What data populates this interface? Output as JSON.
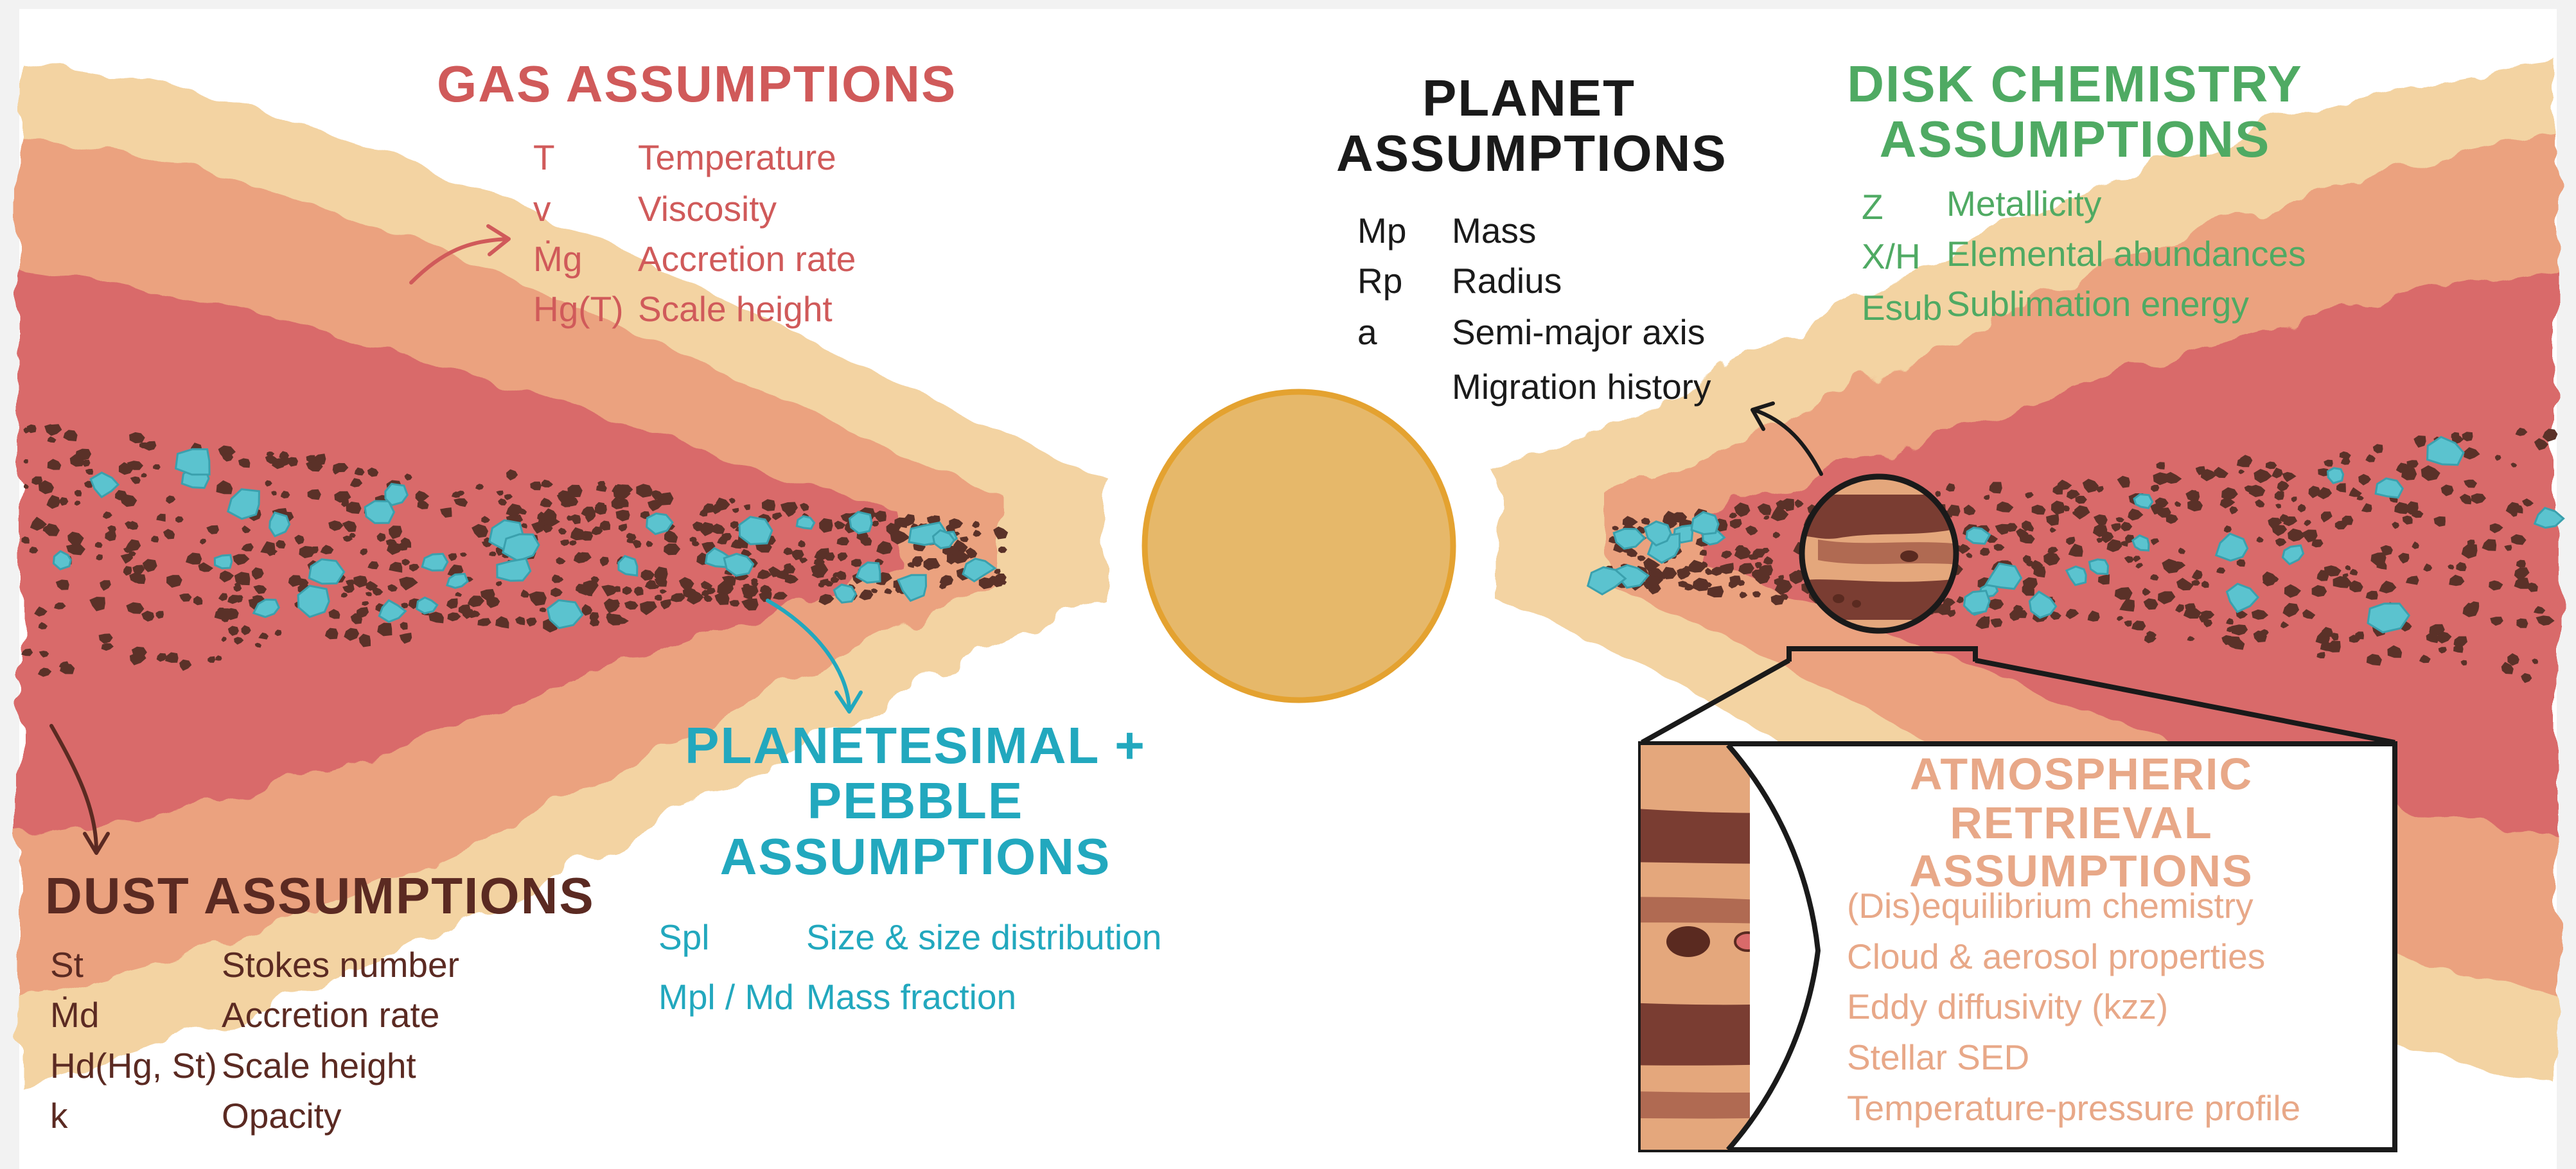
{
  "colors": {
    "gas": "#d05a5a",
    "planet": "#1a1a1a",
    "chemistry": "#4faa63",
    "dust": "#5b2a22",
    "pebble": "#22a8be",
    "atmosphere": "#e8a888",
    "star": "#e6b86a",
    "star_outline": "#e4a230",
    "disk_outer": "#f3d3a2",
    "disk_inner": "#d96a6a",
    "dust_grains": "#5a3128",
    "ice_pebbles": "#5bc3cf"
  },
  "gas": {
    "title": "GAS ASSUMPTIONS",
    "rows": [
      {
        "symbol": "T",
        "label": "Temperature"
      },
      {
        "symbol": "v",
        "label": "Viscosity"
      },
      {
        "symbol": "Ṁg",
        "label": "Accretion rate"
      },
      {
        "symbol": "Hg(T)",
        "label": "Scale height"
      }
    ]
  },
  "planet": {
    "title_line1": "PLANET",
    "title_line2": "ASSUMPTIONS",
    "rows": [
      {
        "symbol": "Mp",
        "label": "Mass"
      },
      {
        "symbol": "Rp",
        "label": "Radius"
      },
      {
        "symbol": "a",
        "label": "Semi-major axis"
      },
      {
        "symbol": "",
        "label": "Migration history"
      }
    ]
  },
  "chemistry": {
    "title_line1": "DISK CHEMISTRY",
    "title_line2": "ASSUMPTIONS",
    "rows": [
      {
        "symbol": "Z",
        "label": "Metallicity"
      },
      {
        "symbol": "X/H",
        "label": "Elemental abundances"
      },
      {
        "symbol": "Esub",
        "label": "Sublimation energy"
      }
    ]
  },
  "dust": {
    "title": "DUST ASSUMPTIONS",
    "rows": [
      {
        "symbol": "St",
        "label": "Stokes number"
      },
      {
        "symbol": "Ṁd",
        "label": "Accretion rate"
      },
      {
        "symbol": "Hd(Hg, St)",
        "label": "Scale height"
      },
      {
        "symbol": "k",
        "label": "Opacity"
      }
    ]
  },
  "pebble": {
    "title_line1": "PLANETESIMAL +",
    "title_line2": "PEBBLE",
    "title_line3": "ASSUMPTIONS",
    "rows": [
      {
        "symbol": "Spl",
        "label": "Size & size distribution"
      },
      {
        "symbol": "Mpl / Md",
        "label": "Mass fraction"
      }
    ]
  },
  "atmosphere": {
    "title_line1": "ATMOSPHERIC RETRIEVAL",
    "title_line2": "ASSUMPTIONS",
    "items": [
      "(Dis)equilibrium chemistry",
      "Cloud & aerosol properties",
      "Eddy diffusivity (kzz)",
      "Stellar SED",
      "Temperature-pressure profile"
    ]
  }
}
